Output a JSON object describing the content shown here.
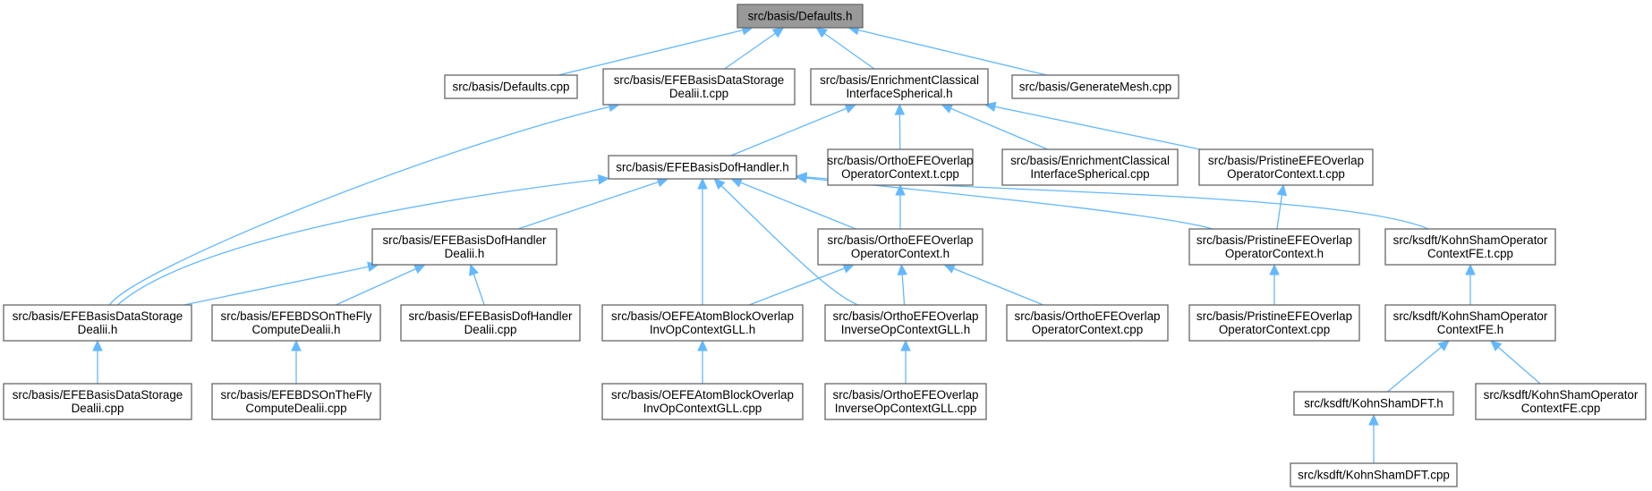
{
  "graph": {
    "title": "",
    "nodes": [
      {
        "id": "defaults_h",
        "lines": [
          "src/basis/Defaults.h"
        ],
        "highlight": true
      },
      {
        "id": "defaults_cpp",
        "lines": [
          "src/basis/Defaults.cpp"
        ]
      },
      {
        "id": "efe_ds_t_cpp",
        "lines": [
          "src/basis/EFEBasisDataStorage",
          "Dealii.t.cpp"
        ]
      },
      {
        "id": "enrich_h",
        "lines": [
          "src/basis/EnrichmentClassical",
          "InterfaceSpherical.h"
        ]
      },
      {
        "id": "genmesh_cpp",
        "lines": [
          "src/basis/GenerateMesh.cpp"
        ]
      },
      {
        "id": "dofhandler_h",
        "lines": [
          "src/basis/EFEBasisDofHandler.h"
        ]
      },
      {
        "id": "ortho_ctx_t_cpp",
        "lines": [
          "src/basis/OrthoEFEOverlap",
          "OperatorContext.t.cpp"
        ]
      },
      {
        "id": "enrich_cpp",
        "lines": [
          "src/basis/EnrichmentClassical",
          "InterfaceSpherical.cpp"
        ]
      },
      {
        "id": "pristine_ctx_t_cpp",
        "lines": [
          "src/basis/PristineEFEOverlap",
          "OperatorContext.t.cpp"
        ]
      },
      {
        "id": "dofhandler_dealii_h",
        "lines": [
          "src/basis/EFEBasisDofHandler",
          "Dealii.h"
        ]
      },
      {
        "id": "ortho_ctx_h",
        "lines": [
          "src/basis/OrthoEFEOverlap",
          "OperatorContext.h"
        ]
      },
      {
        "id": "pristine_ctx_h",
        "lines": [
          "src/basis/PristineEFEOverlap",
          "OperatorContext.h"
        ]
      },
      {
        "id": "ks_ctxfe_t_cpp",
        "lines": [
          "src/ksdft/KohnShamOperator",
          "ContextFE.t.cpp"
        ]
      },
      {
        "id": "efe_ds_h",
        "lines": [
          "src/basis/EFEBasisDataStorage",
          "Dealii.h"
        ]
      },
      {
        "id": "efebds_h",
        "lines": [
          "src/basis/EFEBDSOnTheFly",
          "ComputeDealii.h"
        ]
      },
      {
        "id": "dofhandler_dealii_cpp",
        "lines": [
          "src/basis/EFEBasisDofHandler",
          "Dealii.cpp"
        ]
      },
      {
        "id": "oefe_inv_h",
        "lines": [
          "src/basis/OEFEAtomBlockOverlap",
          "InvOpContextGLL.h"
        ]
      },
      {
        "id": "ortho_inv_h",
        "lines": [
          "src/basis/OrthoEFEOverlap",
          "InverseOpContextGLL.h"
        ]
      },
      {
        "id": "ortho_ctx_cpp",
        "lines": [
          "src/basis/OrthoEFEOverlap",
          "OperatorContext.cpp"
        ]
      },
      {
        "id": "pristine_ctx_cpp",
        "lines": [
          "src/basis/PristineEFEOverlap",
          "OperatorContext.cpp"
        ]
      },
      {
        "id": "ks_ctxfe_h",
        "lines": [
          "src/ksdft/KohnShamOperator",
          "ContextFE.h"
        ]
      },
      {
        "id": "efe_ds_cpp",
        "lines": [
          "src/basis/EFEBasisDataStorage",
          "Dealii.cpp"
        ]
      },
      {
        "id": "efebds_cpp",
        "lines": [
          "src/basis/EFEBDSOnTheFly",
          "ComputeDealii.cpp"
        ]
      },
      {
        "id": "oefe_inv_cpp",
        "lines": [
          "src/basis/OEFEAtomBlockOverlap",
          "InvOpContextGLL.cpp"
        ]
      },
      {
        "id": "ortho_inv_cpp",
        "lines": [
          "src/basis/OrthoEFEOverlap",
          "InverseOpContextGLL.cpp"
        ]
      },
      {
        "id": "ksdft_h",
        "lines": [
          "src/ksdft/KohnShamDFT.h"
        ]
      },
      {
        "id": "ks_ctxfe_cpp",
        "lines": [
          "src/ksdft/KohnShamOperator",
          "ContextFE.cpp"
        ]
      },
      {
        "id": "ksdft_cpp",
        "lines": [
          "src/ksdft/KohnShamDFT.cpp"
        ]
      }
    ],
    "edges": [
      {
        "from": "defaults_cpp",
        "to": "defaults_h"
      },
      {
        "from": "efe_ds_t_cpp",
        "to": "defaults_h"
      },
      {
        "from": "enrich_h",
        "to": "defaults_h"
      },
      {
        "from": "genmesh_cpp",
        "to": "defaults_h"
      },
      {
        "from": "efe_ds_h",
        "to": "efe_ds_t_cpp"
      },
      {
        "from": "dofhandler_h",
        "to": "enrich_h"
      },
      {
        "from": "ortho_ctx_t_cpp",
        "to": "enrich_h"
      },
      {
        "from": "enrich_cpp",
        "to": "enrich_h"
      },
      {
        "from": "pristine_ctx_t_cpp",
        "to": "enrich_h"
      },
      {
        "from": "efe_ds_h",
        "to": "dofhandler_h"
      },
      {
        "from": "dofhandler_dealii_h",
        "to": "dofhandler_h"
      },
      {
        "from": "oefe_inv_h",
        "to": "dofhandler_h"
      },
      {
        "from": "ortho_inv_h",
        "to": "dofhandler_h"
      },
      {
        "from": "ortho_ctx_h",
        "to": "dofhandler_h"
      },
      {
        "from": "pristine_ctx_h",
        "to": "dofhandler_h"
      },
      {
        "from": "ks_ctxfe_t_cpp",
        "to": "dofhandler_h"
      },
      {
        "from": "ortho_ctx_h",
        "to": "ortho_ctx_t_cpp"
      },
      {
        "from": "pristine_ctx_h",
        "to": "pristine_ctx_t_cpp"
      },
      {
        "from": "efe_ds_h",
        "to": "dofhandler_dealii_h"
      },
      {
        "from": "efebds_h",
        "to": "dofhandler_dealii_h"
      },
      {
        "from": "dofhandler_dealii_cpp",
        "to": "dofhandler_dealii_h"
      },
      {
        "from": "oefe_inv_h",
        "to": "ortho_ctx_h"
      },
      {
        "from": "ortho_inv_h",
        "to": "ortho_ctx_h"
      },
      {
        "from": "ortho_ctx_cpp",
        "to": "ortho_ctx_h"
      },
      {
        "from": "pristine_ctx_cpp",
        "to": "pristine_ctx_h"
      },
      {
        "from": "ks_ctxfe_h",
        "to": "ks_ctxfe_t_cpp"
      },
      {
        "from": "efe_ds_cpp",
        "to": "efe_ds_h"
      },
      {
        "from": "efebds_cpp",
        "to": "efebds_h"
      },
      {
        "from": "oefe_inv_cpp",
        "to": "oefe_inv_h"
      },
      {
        "from": "ortho_inv_cpp",
        "to": "ortho_inv_h"
      },
      {
        "from": "ksdft_h",
        "to": "ks_ctxfe_h"
      },
      {
        "from": "ks_ctxfe_cpp",
        "to": "ks_ctxfe_h"
      },
      {
        "from": "ksdft_cpp",
        "to": "ksdft_h"
      }
    ]
  },
  "colors": {
    "edge": "#63b8ff",
    "node_border": "#666666",
    "node_fill": "#ffffff",
    "root_fill": "#999999"
  }
}
